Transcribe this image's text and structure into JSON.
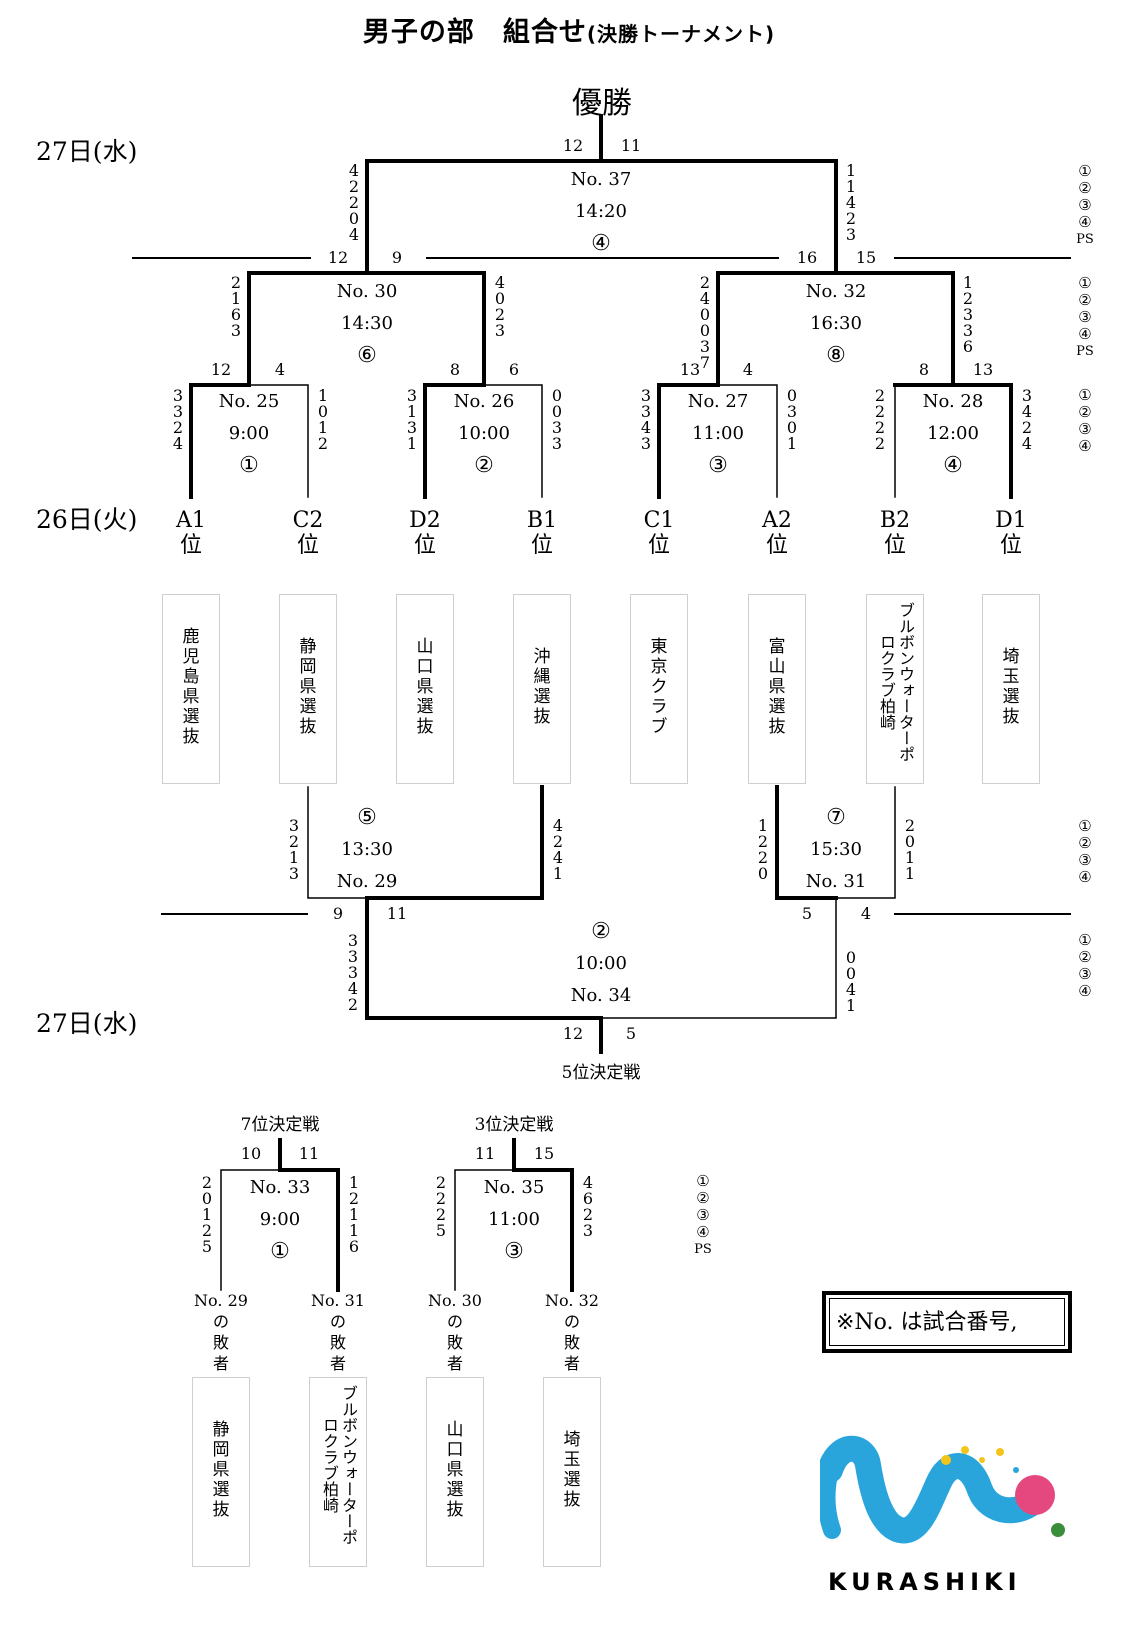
{
  "title": {
    "main": "男子の部　組合せ",
    "sub": "(決勝トーナメント)"
  },
  "dates": {
    "top": "27日(水)",
    "middle": "26日(火)",
    "bottom": "27日(水)"
  },
  "champion": "優勝",
  "final": {
    "no": "No. 37",
    "time": "14:20",
    "court": "④",
    "left_score": "12",
    "right_score": "11",
    "left_sets": "42204",
    "right_sets": "11423"
  },
  "semis": [
    {
      "no": "No. 30",
      "time": "14:30",
      "court": "⑥",
      "left_score": "12",
      "right_score": "9",
      "left_sets": "2163",
      "right_sets": "4023"
    },
    {
      "no": "No. 32",
      "time": "16:30",
      "court": "⑧",
      "left_score": "16",
      "right_score": "15",
      "left_sets": "240037",
      "right_sets": "12336"
    }
  ],
  "quarters": [
    {
      "no": "No. 25",
      "time": "9:00",
      "court": "①",
      "left_score": "12",
      "right_score": "4",
      "left_sets": "3324",
      "right_sets": "1012"
    },
    {
      "no": "No. 26",
      "time": "10:00",
      "court": "②",
      "left_score": "8",
      "right_score": "6",
      "left_sets": "3131",
      "right_sets": "0033"
    },
    {
      "no": "No. 27",
      "time": "11:00",
      "court": "③",
      "left_score": "13",
      "right_score": "4",
      "left_sets": "3343",
      "right_sets": "0301"
    },
    {
      "no": "No. 28",
      "time": "12:00",
      "court": "④",
      "left_score": "8",
      "right_score": "13",
      "left_sets": "2222",
      "right_sets": "3424"
    }
  ],
  "seeds": [
    "A1位",
    "C2位",
    "D2位",
    "B1位",
    "C1位",
    "A2位",
    "B2位",
    "D1位"
  ],
  "teams": [
    "鹿児島県選抜",
    "静岡県選抜",
    "山口県選抜",
    "沖縄選抜",
    "東京クラブ",
    "富山県選抜",
    "ブルボンウォーターポロクラブ柏崎",
    "埼玉選抜"
  ],
  "consolation": [
    {
      "no": "No. 29",
      "time": "13:30",
      "court": "⑤",
      "left_score": "9",
      "right_score": "11",
      "left_sets": "3213",
      "right_sets": "4241"
    },
    {
      "no": "No. 31",
      "time": "15:30",
      "court": "⑦",
      "left_score": "5",
      "right_score": "4",
      "left_sets": "1220",
      "right_sets": "2011"
    }
  ],
  "fifth": {
    "no": "No. 34",
    "time": "10:00",
    "court": "②",
    "left_score": "12",
    "right_score": "5",
    "left_sets": "33342",
    "right_sets": "0041",
    "label": "5位決定戦"
  },
  "seventh": {
    "label": "7位決定戦",
    "no": "No. 33",
    "time": "9:00",
    "court": "①",
    "left_score": "10",
    "right_score": "11",
    "left_sets": "20125",
    "right_sets": "12116",
    "left_no": "No. 29",
    "left_rest": "の敗者",
    "right_no": "No. 31",
    "right_rest": "の敗者",
    "left_team": "静岡県選抜",
    "right_team": "ブルボンウォーターポロクラブ柏崎"
  },
  "third": {
    "label": "3位決定戦",
    "no": "No. 35",
    "time": "11:00",
    "court": "③",
    "left_score": "11",
    "right_score": "15",
    "left_sets": "2225",
    "right_sets": "4623",
    "left_no": "No. 30",
    "left_rest": "の敗者",
    "right_no": "No. 32",
    "right_rest": "の敗者",
    "left_team": "山口県選抜",
    "right_team": "埼玉選抜"
  },
  "legend_periods": [
    "①",
    "②",
    "③",
    "④"
  ],
  "legend_ps": "PS",
  "note": "※No. は試合番号,",
  "logo_text": "KURASHIKI",
  "colors": {
    "line": "#000000",
    "team_border": "#cfcfcf",
    "logo_blue": "#2aa5dc",
    "logo_pink": "#e5477f",
    "logo_yellow": "#f3c51a"
  }
}
